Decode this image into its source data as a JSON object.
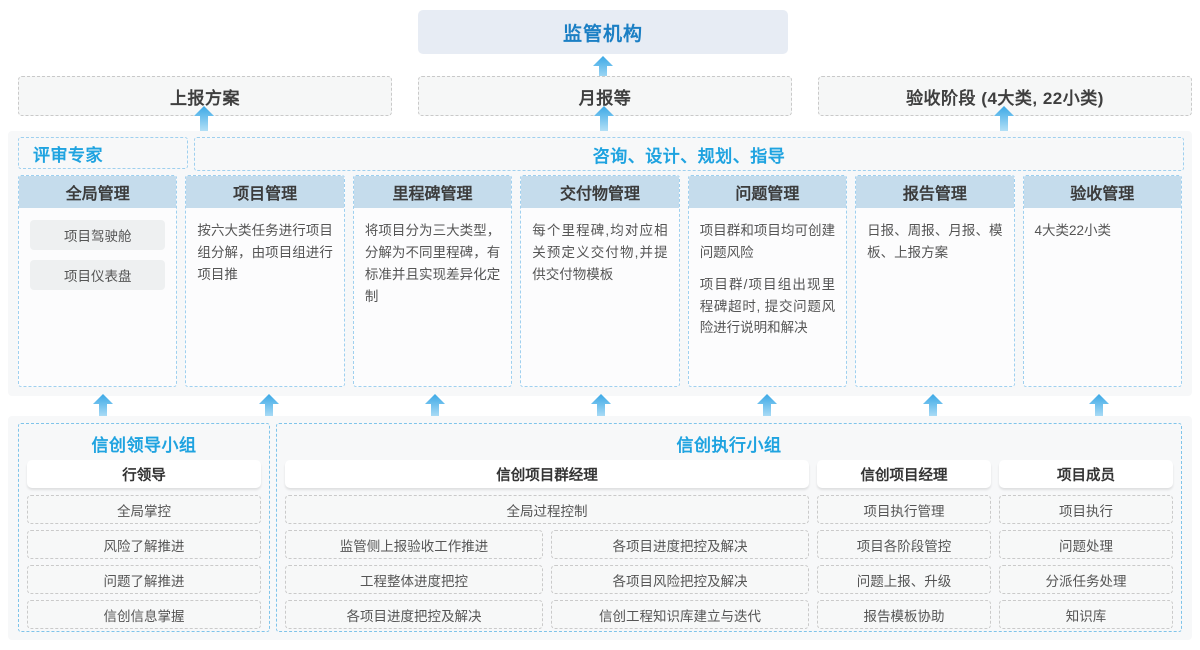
{
  "top": {
    "regulator_label": "监管机构",
    "report_boxes": [
      {
        "label": "上报方案"
      },
      {
        "label": "月报等"
      },
      {
        "label": "验收阶段 (4大类, 22小类)"
      }
    ]
  },
  "middle": {
    "band_left_label": "评审专家",
    "band_right_label": "咨询、设计、规划、指导",
    "columns": [
      {
        "title": "全局管理",
        "desc": "",
        "chips": [
          "项目驾驶舱",
          "项目仪表盘"
        ]
      },
      {
        "title": "项目管理",
        "desc": "按六大类任务进行项目组分解，由项目组进行项目推",
        "chips": []
      },
      {
        "title": "里程碑管理",
        "desc": "将项目分为三大类型，分解为不同里程碑，有标准并且实现差异化定制",
        "chips": []
      },
      {
        "title": "交付物管理",
        "desc": "每个里程碑,均对应相关预定义交付物,并提供交付物模板",
        "chips": []
      },
      {
        "title": "问题管理",
        "desc": "项目群和项目均可创建问题风险",
        "desc2": "项目群/项目组出现里程碑超时, 提交问题风险进行说明和解决",
        "chips": []
      },
      {
        "title": "报告管理",
        "desc": "日报、周报、月报、模板、上报方案",
        "chips": []
      },
      {
        "title": "验收管理",
        "desc": "4大类22小类",
        "chips": []
      }
    ]
  },
  "bottom": {
    "leader_group": {
      "title": "信创领导小组",
      "role": "行领导",
      "tasks": [
        "全局掌控",
        "风险了解推进",
        "问题了解推进",
        "信创信息掌握"
      ]
    },
    "exec_group": {
      "title": "信创执行小组",
      "program_manager": {
        "role": "信创项目群经理",
        "full_task": "全局过程控制",
        "left_tasks": [
          "监管侧上报验收工作推进",
          "工程整体进度把控",
          "各项目进度把控及解决"
        ],
        "right_tasks": [
          "各项目进度把控及解决",
          "各项目风险把控及解决",
          "信创工程知识库建立与迭代"
        ]
      },
      "project_manager": {
        "role": "信创项目经理",
        "tasks": [
          "项目执行管理",
          "项目各阶段管控",
          "问题上报、升级",
          "报告模板协助"
        ]
      },
      "project_member": {
        "role": "项目成员",
        "tasks": [
          "项目执行",
          "问题处理",
          "分派任务处理",
          "知识库"
        ]
      }
    }
  },
  "colors": {
    "accent_blue": "#1fa3e0",
    "header_blue": "#c5dcec",
    "regulator_bg": "#e7ecf4",
    "panel_bg": "#f7f8f9",
    "arrow_top": "#3aa8e6",
    "arrow_bottom": "#a9dcf5"
  }
}
